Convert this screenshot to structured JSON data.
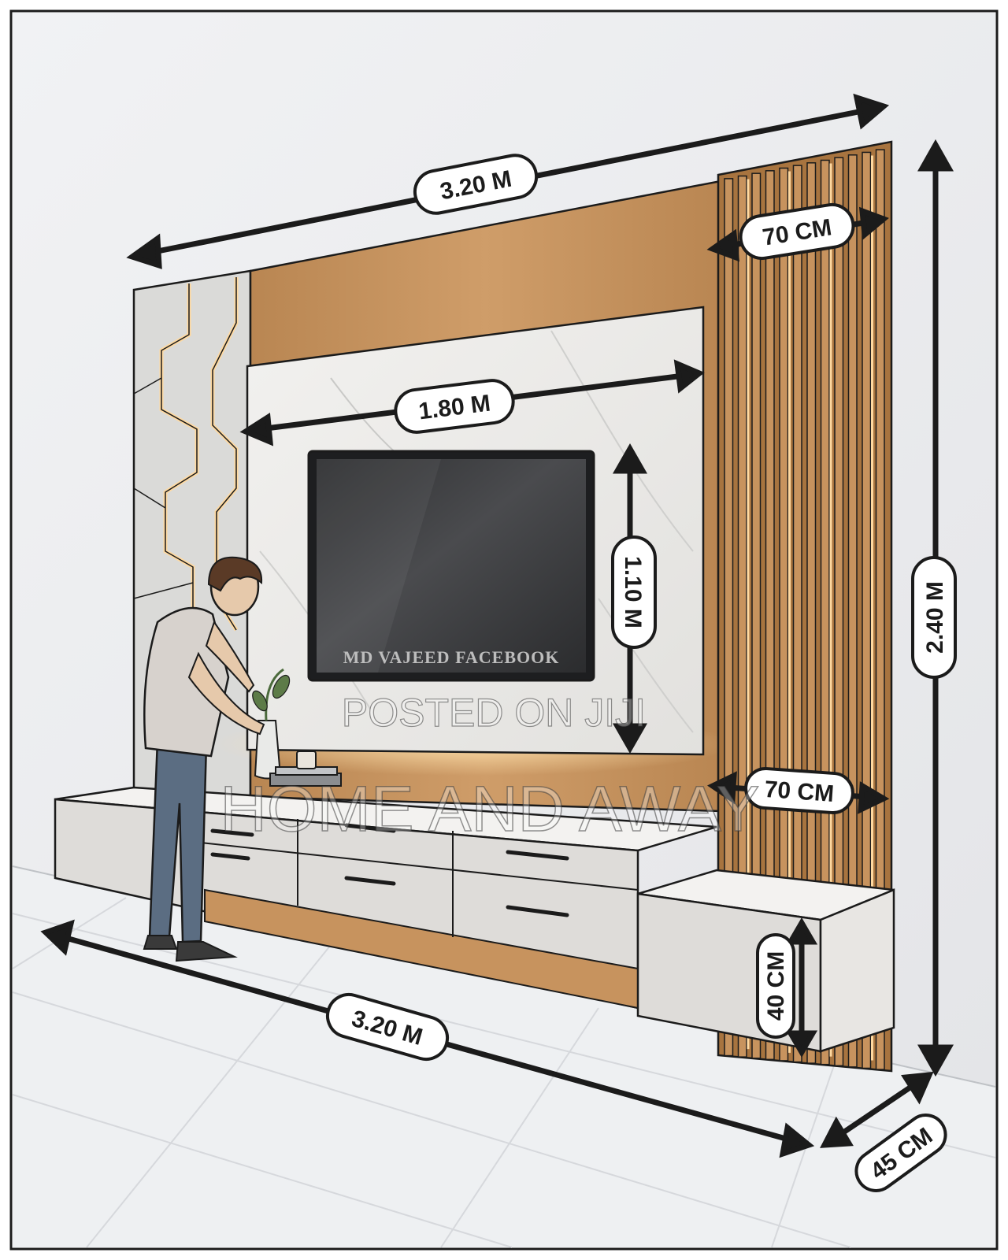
{
  "dimensions": {
    "top_width": "3.20 M",
    "slat_top_width": "70 CM",
    "panel_width": "1.80 M",
    "tv_height": "1.10 M",
    "total_height": "2.40 M",
    "slat_mid_width": "70 CM",
    "cabinet_height": "40 CM",
    "floor_width": "3.20 M",
    "depth": "45 CM"
  },
  "tv": {
    "watermark_text": "MD VAJEED FACEBOOK"
  },
  "watermarks": {
    "line1": "POSTED ON JIJI",
    "line2": "HOME AND AWAY"
  },
  "colors": {
    "wood": "#c7935e",
    "marble": "#ebe9e6",
    "cabinet": "#e2e0dd",
    "tv_screen": "#3a3b3d",
    "led_glow": "#ffd9a0",
    "outline": "#1b1b1b"
  }
}
